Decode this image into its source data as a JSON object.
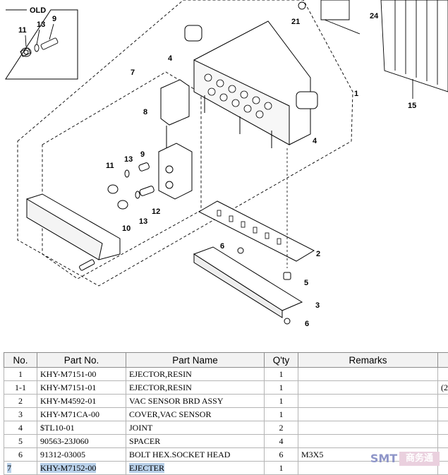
{
  "diagram": {
    "inset_title": "OLD",
    "callouts": [
      "1",
      "2",
      "3",
      "4",
      "5",
      "6",
      "7",
      "8",
      "9",
      "10",
      "11",
      "12",
      "13",
      "15",
      "21",
      "24"
    ]
  },
  "table": {
    "headers": [
      "No.",
      "Part No.",
      "Part Name",
      "Q'ty",
      "Remarks"
    ],
    "rows": [
      {
        "no": "1",
        "part_no": "KHY-M7151-00",
        "name": "EJECTOR,RESIN",
        "qty": "1",
        "remarks": "",
        "extra": ""
      },
      {
        "no": "1-1",
        "part_no": "KHY-M7151-01",
        "name": "EJECTOR,RESIN",
        "qty": "1",
        "remarks": "",
        "extra": "(2"
      },
      {
        "no": "2",
        "part_no": "KHY-M4592-01",
        "name": "VAC SENSOR BRD ASSY",
        "qty": "1",
        "remarks": "",
        "extra": ""
      },
      {
        "no": "3",
        "part_no": "KHY-M71CA-00",
        "name": "COVER,VAC SENSOR",
        "qty": "1",
        "remarks": "",
        "extra": ""
      },
      {
        "no": "4",
        "part_no": "$TL10-01",
        "name": "JOINT",
        "qty": "2",
        "remarks": "",
        "extra": ""
      },
      {
        "no": "5",
        "part_no": "90563-23J060",
        "name": "SPACER",
        "qty": "4",
        "remarks": "",
        "extra": ""
      },
      {
        "no": "6",
        "part_no": "91312-03005",
        "name": "BOLT HEX.SOCKET HEAD",
        "qty": "6",
        "remarks": "M3X5",
        "extra": ""
      },
      {
        "no": "7",
        "part_no": "KHY-M7152-00",
        "name": "EJECTER",
        "qty": "1",
        "remarks": "",
        "extra": ""
      }
    ],
    "selected_row": 7
  },
  "watermark": {
    "left": "SMT",
    "right": "商务通"
  }
}
